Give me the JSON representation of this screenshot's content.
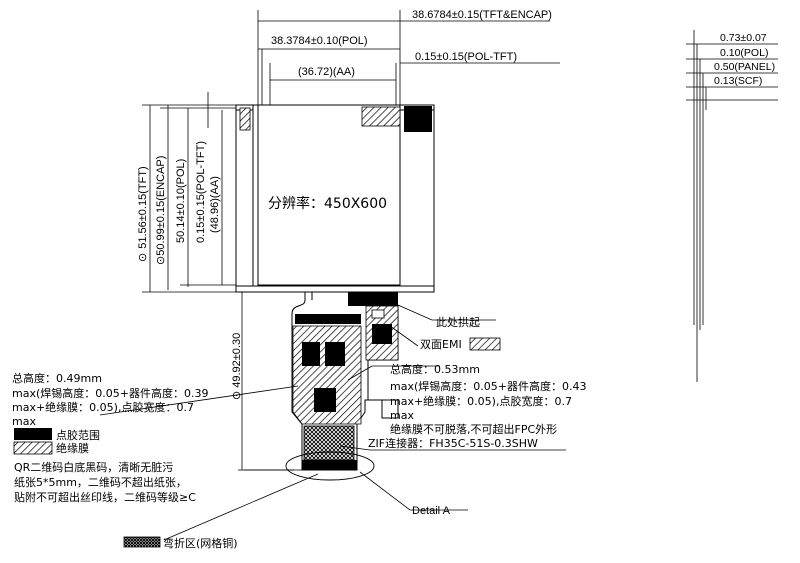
{
  "top_dims": {
    "tft_encap": "38.6784±0.15(TFT&ENCAP)",
    "pol": "38.3784±0.10(POL)",
    "pol_tft": "0.15±0.15(POL-TFT)",
    "aa": "(36.72)(AA)"
  },
  "left_dims": {
    "tft": "51.56±0.15(TFT)",
    "encap": "50.99±0.15(ENCAP)",
    "pol": "50.14±0.10(POL)",
    "pol_tft": "0.15±0.15(POL-TFT)",
    "aa": "(48.96)(AA)",
    "fpc": "49.92±0.30",
    "ref_mark": "⊙"
  },
  "right_dims": {
    "total": "0.73±0.07",
    "pol": "0.10(POL)",
    "panel": "0.50(PANEL)",
    "scf": "0.13(SCF)"
  },
  "resolution": "分辨率：450X600",
  "notes": {
    "arch": "此处拱起",
    "emi": "双面EMI",
    "right_height": [
      "总高度：0.53mm",
      "max(焊锡高度：0.05+器件高度：0.43",
      "max+绝缘膜：0.05),点胶宽度：0.7",
      "max",
      "绝缘膜不可脱落,不可超出FPC外形"
    ],
    "zif": "ZIF连接器：FH35C-51S-0.3SHW",
    "left_height": [
      "总高度：0.49mm",
      "max(焊锡高度：0.05+器件高度：0.39",
      "max+绝缘膜：0.05),点胶宽度：0.7",
      "max"
    ],
    "legend_glue": "点胶范围",
    "legend_insulation": "绝缘膜",
    "qr": [
      "QR二维码白底黑码，清晰无脏污",
      "纸张5*5mm，二维码不超出纸张，",
      "贴附不可超出丝印线，二维码等级≥C"
    ],
    "detail": "Detail A",
    "bend": "弯折区(网格铜)"
  }
}
